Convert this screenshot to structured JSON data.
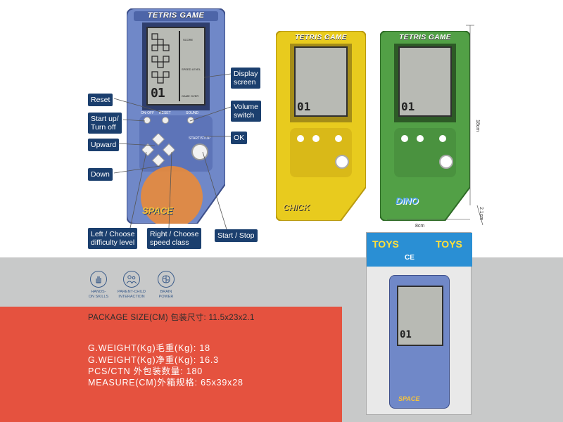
{
  "product_title": "TETRIS GAME",
  "variants": [
    {
      "name": "blue",
      "badge": "SPACE",
      "color": "#6f86c6"
    },
    {
      "name": "yellow",
      "badge": "CHICK",
      "color": "#e6c920"
    },
    {
      "name": "green",
      "badge": "DINO",
      "color": "#4f9c45"
    }
  ],
  "screen_text": {
    "score": "SCORE",
    "speed_level": "SPEED LEVEL",
    "game_over": "GAME OVER",
    "level_digits": "01"
  },
  "buttons": {
    "on_off": "ON-OFF",
    "reset": "RESET",
    "sound": "SOUND",
    "start_stop": "START/STOP"
  },
  "callouts": {
    "reset": "Reset",
    "start_up": "Start up/\nTurn off",
    "upward": "Upward",
    "down": "Down",
    "left": "Left / Choose\ndifficulty level",
    "right": "Right / Choose\nspeed class",
    "start_stop": "Start / Stop",
    "ok": "OK",
    "volume": "Volume\nswitch",
    "display": "Display\nscreen"
  },
  "dimensions": {
    "height": "18cm",
    "width": "8cm",
    "depth": "2.1cm"
  },
  "features": [
    {
      "label": "HANDS-\nON SKILLS",
      "icon": "hand-icon"
    },
    {
      "label": "PARENT-CHILD\nINTERACTION",
      "icon": "people-icon"
    },
    {
      "label": "BRAIN\nPOWER",
      "icon": "brain-icon"
    }
  ],
  "package": {
    "header_left": "TOYS",
    "header_right": "TOYS",
    "ce": "CE"
  },
  "specs": {
    "package_size": "PACKAGE SIZE(CM) 包装尺寸: 11.5x23x2.1",
    "gross_weight": "G.WEIGHT(Kg)毛重(Kg): 18",
    "net_weight": "G.WEIGHT(Kg)净重(Kg): 16.3",
    "pcs_ctn": "PCS/CTN 外包装数量: 180",
    "measure": "MEASURE(CM)外箱规格: 65x39x28"
  }
}
